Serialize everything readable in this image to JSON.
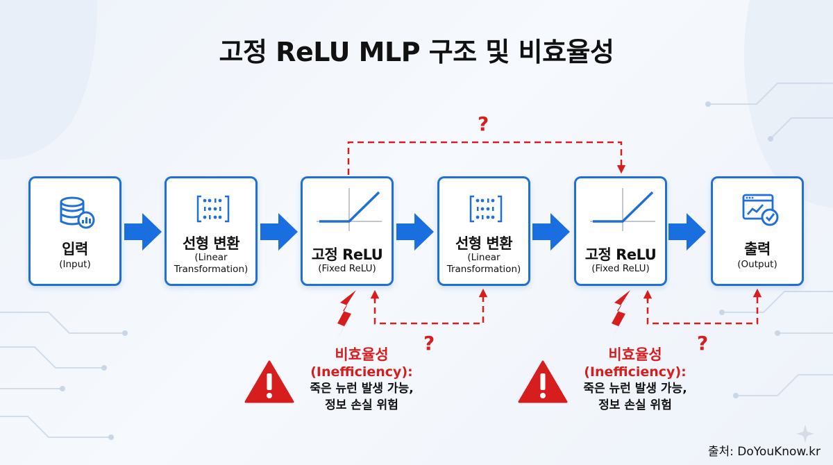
{
  "title": "고정 ReLU MLP 구조 및 비효율성",
  "colors": {
    "node_border": "#1f6fd6",
    "flow_arrow": "#1a6fe0",
    "warning_red": "#d71e1e"
  },
  "nodes": [
    {
      "label": "입력",
      "sub": [
        "(Input)"
      ],
      "icon": "database-chart-icon"
    },
    {
      "label": "선형 변환",
      "sub": [
        "(Linear",
        "Transformation)"
      ],
      "icon": "matrix-icon"
    },
    {
      "label": "고정 ReLU",
      "sub": [
        "(Fixed ReLU)"
      ],
      "icon": "relu-graph-icon"
    },
    {
      "label": "선형 변환",
      "sub": [
        "(Linear",
        "Transformation)"
      ],
      "icon": "matrix-icon"
    },
    {
      "label": "고정 ReLU",
      "sub": [
        "(Fixed ReLU)"
      ],
      "icon": "relu-graph-icon"
    },
    {
      "label": "출력",
      "sub": [
        "(Output)"
      ],
      "icon": "monitor-check-icon"
    }
  ],
  "question_marks": [
    "?",
    "?",
    "?"
  ],
  "warnings": [
    {
      "icon": "warning-triangle-icon",
      "title": "비효율성",
      "english": "(Inefficiency):",
      "lines": [
        "죽은 뉴런 발생 가능,",
        "정보 손실 위험"
      ]
    },
    {
      "icon": "warning-triangle-icon",
      "title": "비효율성",
      "english": "(Inefficiency):",
      "lines": [
        "죽은 뉴런 발생 가능,",
        "정보 손실 위험"
      ]
    }
  ],
  "source": "출처: DoYouKnow.kr"
}
